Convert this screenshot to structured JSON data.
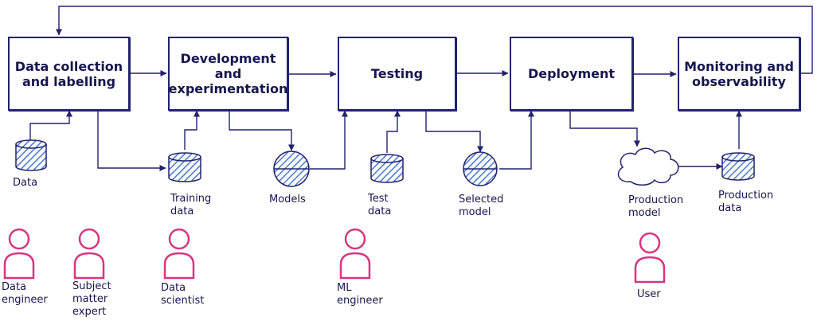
{
  "stages": [
    {
      "id": "collect",
      "label": "Data collection\nand labelling"
    },
    {
      "id": "develop",
      "label": "Development\nand\nexperimentation"
    },
    {
      "id": "testing",
      "label": "Testing"
    },
    {
      "id": "deploy",
      "label": "Deployment"
    },
    {
      "id": "monitor",
      "label": "Monitoring and\nobservability"
    }
  ],
  "artifacts": [
    {
      "id": "data",
      "label": "Data",
      "shape": "database"
    },
    {
      "id": "training-data",
      "label": "Training\ndata",
      "shape": "database"
    },
    {
      "id": "models",
      "label": "Models",
      "shape": "model-circle"
    },
    {
      "id": "test-data",
      "label": "Test\ndata",
      "shape": "database"
    },
    {
      "id": "selected-model",
      "label": "Selected\nmodel",
      "shape": "model-circle"
    },
    {
      "id": "production-model",
      "label": "Production\nmodel",
      "shape": "cloud"
    },
    {
      "id": "production-data",
      "label": "Production\ndata",
      "shape": "database"
    }
  ],
  "roles": [
    {
      "id": "data-engineer",
      "label": "Data\nengineer"
    },
    {
      "id": "subject-matter-expert",
      "label": "Subject\nmatter\nexpert"
    },
    {
      "id": "data-scientist",
      "label": "Data\nscientist"
    },
    {
      "id": "ml-engineer",
      "label": "ML\nengineer"
    },
    {
      "id": "user",
      "label": "User"
    }
  ],
  "colors": {
    "ink": "#22226e",
    "text": "#16164f",
    "hatch": "#4a78c9",
    "person": "#d6377f"
  }
}
